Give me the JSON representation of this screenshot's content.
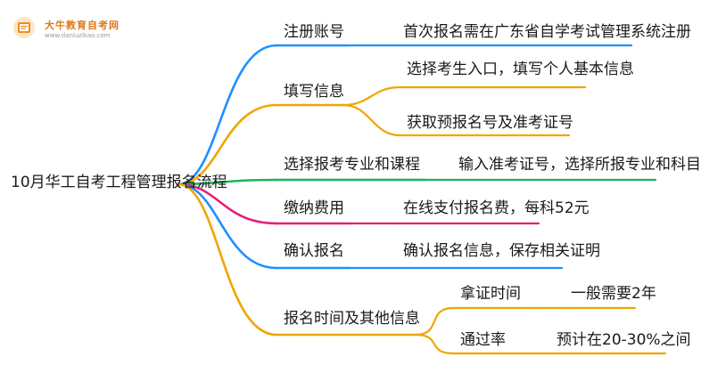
{
  "logo": {
    "title": "大牛教育自考网",
    "url": "www.daniuzikao.com"
  },
  "root": {
    "label": "10月华工自考工程管理报名流程"
  },
  "branches": [
    {
      "label": "注册账号",
      "color": "#1f8fff",
      "children": [
        {
          "label": "首次报名需在广东省自学考试管理系统注册"
        }
      ]
    },
    {
      "label": "填写信息",
      "color": "#f0a500",
      "children": [
        {
          "label": "选择考生入口，填写个人基本信息"
        },
        {
          "label": "获取预报名号及准考证号"
        }
      ]
    },
    {
      "label": "选择报考专业和课程",
      "color": "#19b35a",
      "children": [
        {
          "label": "输入准考证号，选择所报专业和科目"
        }
      ]
    },
    {
      "label": "缴纳费用",
      "color": "#e81e78",
      "children": [
        {
          "label": "在线支付报名费，每科52元"
        }
      ]
    },
    {
      "label": "确认报名",
      "color": "#1f8fff",
      "children": [
        {
          "label": "确认报名信息，保存相关证明"
        }
      ]
    },
    {
      "label": "报名时间及其他信息",
      "color": "#f0a500",
      "children": [
        {
          "label": "拿证时间",
          "children": [
            {
              "label": "一般需要2年"
            }
          ]
        },
        {
          "label": "通过率",
          "children": [
            {
              "label": "预计在20-30%之间"
            }
          ]
        }
      ]
    }
  ]
}
